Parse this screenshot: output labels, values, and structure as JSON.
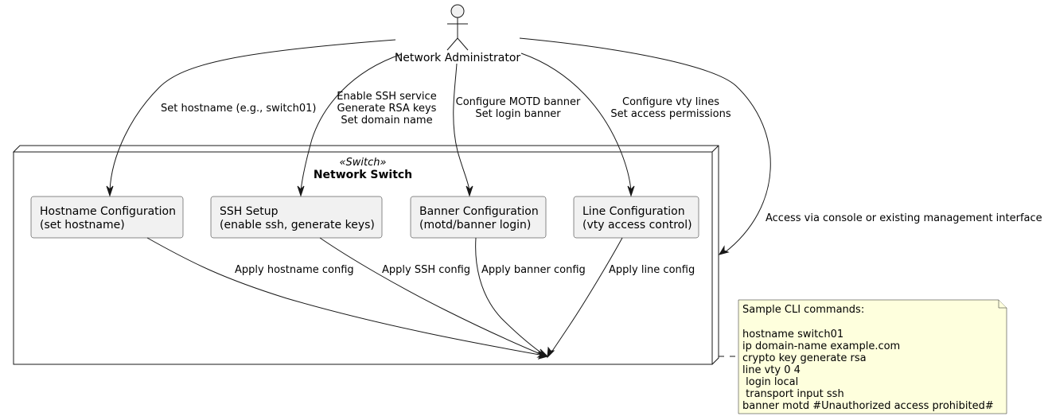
{
  "actor": {
    "name": "Network Administrator"
  },
  "node": {
    "stereotype": "«Switch»",
    "title": "Network Switch"
  },
  "components": [
    {
      "line1": "Hostname Configuration",
      "line2": "(set hostname)"
    },
    {
      "line1": "SSH Setup",
      "line2": "(enable ssh, generate keys)"
    },
    {
      "line1": "Banner Configuration",
      "line2": "(motd/banner login)"
    },
    {
      "line1": "Line Configuration",
      "line2": "(vty access control)"
    }
  ],
  "admin_edges": {
    "hostname": [
      "Set hostname (e.g., switch01)"
    ],
    "ssh": [
      "Enable SSH service",
      "Generate RSA keys",
      "Set domain name"
    ],
    "banner": [
      "Configure MOTD banner",
      "Set login banner"
    ],
    "line": [
      "Configure vty lines",
      "Set access permissions"
    ],
    "access": [
      "Access via console or existing management interface"
    ]
  },
  "apply_edges": {
    "hostname": "Apply hostname config",
    "ssh": "Apply SSH config",
    "banner": "Apply banner config",
    "line": "Apply line config"
  },
  "note": {
    "lines": [
      "Sample CLI commands:",
      "",
      "hostname switch01",
      "ip domain-name example.com",
      "crypto key generate rsa",
      "line vty 0 4",
      " login local",
      " transport input ssh",
      "banner motd #Unauthorized access prohibited#"
    ]
  },
  "colors": {
    "component_fill": "#F1F1F1",
    "note_fill": "#FEFFDD",
    "stroke": "#181818",
    "background": "#FFFFFF"
  }
}
